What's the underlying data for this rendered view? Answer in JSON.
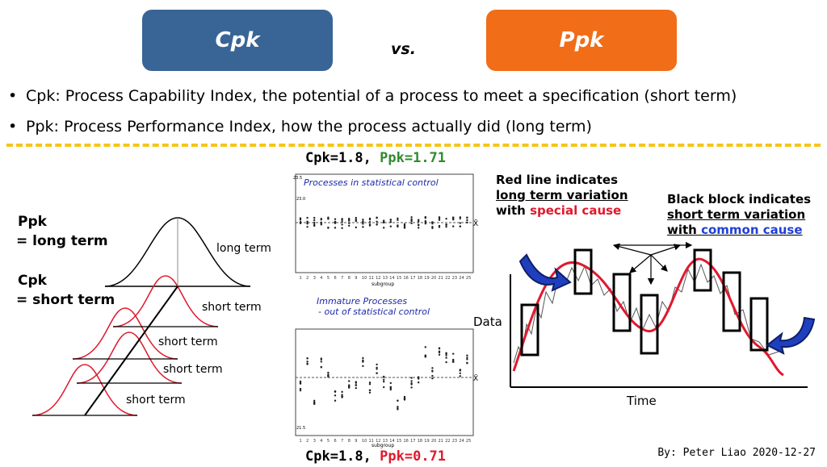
{
  "header": {
    "cpk_label": "Cpk",
    "vs_label": "vs.",
    "ppk_label": "Ppk",
    "cpk_color": "#386595",
    "ppk_color": "#f16d18"
  },
  "bullets": [
    "Cpk: Process Capability Index, the potential of a process to meet a specification (short term)",
    "Ppk: Process Performance Index, how the process actually did (long term)"
  ],
  "left_diagram": {
    "ppk_line1": "Ppk",
    "ppk_line2": "= long term",
    "cpk_line1": "Cpk",
    "cpk_line2": "= short term",
    "long_term": "long term",
    "short_terms": [
      "short term",
      "short term",
      "short term",
      "short term"
    ]
  },
  "middle": {
    "top_caption_cpk": "Cpk=1.8,",
    "top_caption_ppk": "Ppk=1.71",
    "top_panel_title": "Processes in statistical control",
    "bottom_panel_title_1": "Immature Processes",
    "bottom_panel_title_2": "- out of statistical control",
    "bottom_caption_cpk": "Cpk=1.8,",
    "bottom_caption_ppk": "Ppk=0.71",
    "subgroup_label": "subgroup",
    "xbar": "X̄",
    "top_ytick_hi": "23.5",
    "top_ytick_mid": "23.0",
    "bottom_ytick_lo": "21.5",
    "ppk_good_color": "#2e8b2e",
    "ppk_bad_color": "#e0192d"
  },
  "right_diagram": {
    "red_note_1": "Red line indicates",
    "red_note_2": "long term variation",
    "red_note_3a": "with ",
    "red_note_3b": "special cause",
    "black_note_1": "Black block indicates",
    "black_note_2": "short term variation",
    "black_note_3a": "with ",
    "black_note_3b": "common cause",
    "y_axis_label": "Data",
    "x_axis_label": "Time"
  },
  "byline": "By: Peter Liao 2020-12-27"
}
